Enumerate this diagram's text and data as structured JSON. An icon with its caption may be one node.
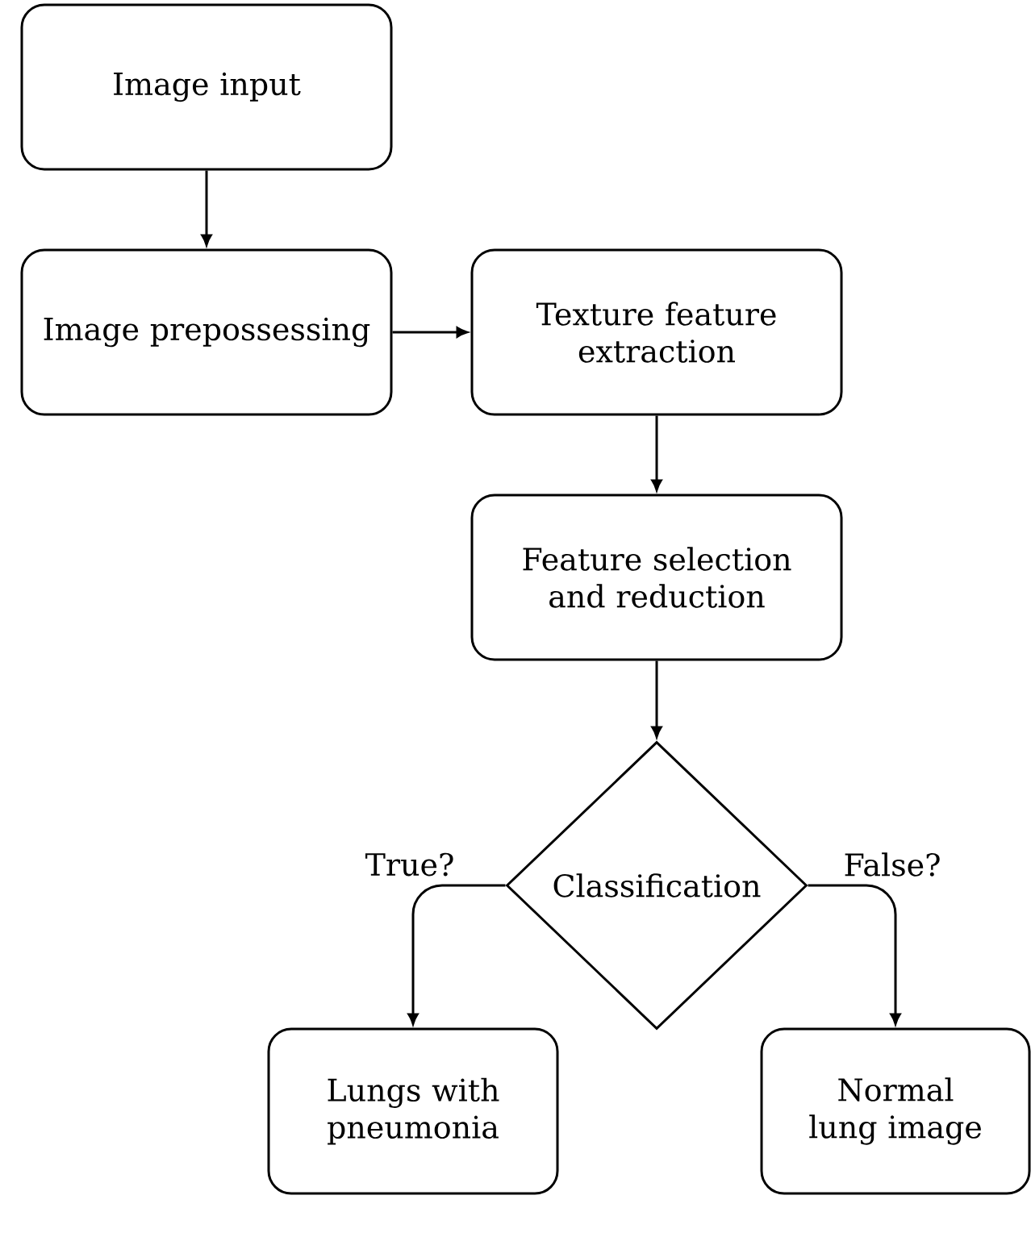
{
  "diagram": {
    "nodes": [
      {
        "text": [
          "Image input"
        ]
      },
      {
        "text": [
          "Image prepossessing"
        ]
      },
      {
        "text": [
          "Texture feature extraction"
        ]
      },
      {
        "text": [
          "Feature selection and reduction"
        ]
      },
      {
        "text": [
          "Classification"
        ]
      },
      {
        "text": [
          "Lungs with pneumonia"
        ]
      },
      {
        "text": [
          "Normal lung image"
        ]
      }
    ],
    "edges": [
      {
        "from": 0,
        "to": 1,
        "arrow": "to"
      },
      {
        "from": 1,
        "to": 2,
        "arrow": "to"
      },
      {
        "from": 2,
        "to": 3,
        "arrow": "to"
      },
      {
        "from": 3,
        "to": 4,
        "arrow": "to"
      },
      {
        "from": 4,
        "to": 5,
        "arrow": "to",
        "label": "True?"
      },
      {
        "from": 4,
        "to": 6,
        "arrow": "to",
        "label": "False?"
      }
    ]
  }
}
